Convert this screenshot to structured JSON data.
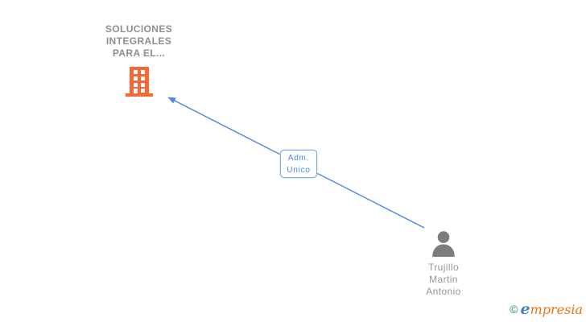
{
  "diagram": {
    "type": "corporate-relationship-graph",
    "company": {
      "name_lines": [
        "SOLUCIONES",
        "INTEGRALES",
        "PARA EL..."
      ],
      "icon": "building-icon"
    },
    "person": {
      "name_lines": [
        "Trujillo",
        "Martin",
        "Antonio"
      ],
      "icon": "person-icon"
    },
    "edge": {
      "label_lines": [
        "Adm.",
        "Unico"
      ],
      "from": "Trujillo Martin Antonio",
      "to": "SOLUCIONES INTEGRALES PARA EL...",
      "arrow_direction": "person-to-company"
    },
    "colors": {
      "edge_blue": "#4d86e8",
      "edge_label_text": "#4a86e8",
      "edge_label_border": "#82aae3",
      "building_orange": "#fa6634",
      "person_gray": "#7c7c7c",
      "node_text_gray": "#8e8e8e"
    }
  },
  "footer": {
    "copyright_symbol": "©",
    "brand_first": "e",
    "brand_rest": "mpresia",
    "brand_full": "empresia",
    "colors": {
      "copyright_teal": "#2d7f8e",
      "brand_e_blue": "#4285c8",
      "brand_orange": "#ea7313"
    }
  }
}
